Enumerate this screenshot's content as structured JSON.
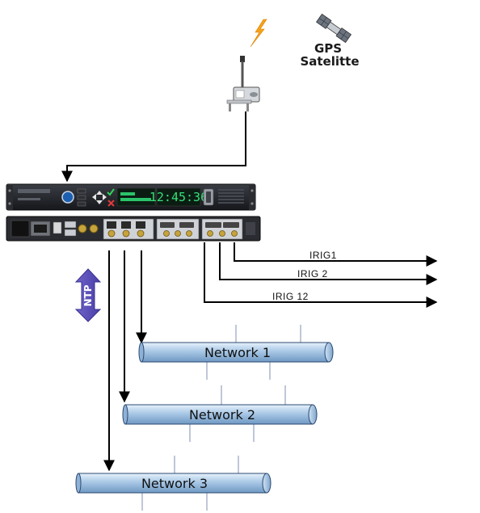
{
  "satellite": {
    "line1": "GPS",
    "line2": "Satelitte"
  },
  "irig_outputs": [
    {
      "label": "IRIG1"
    },
    {
      "label": "IRIG 2"
    },
    {
      "label": "IRIG 12"
    }
  ],
  "ntp_label": "NTP",
  "networks": [
    {
      "label": "Network 1"
    },
    {
      "label": "Network 2"
    },
    {
      "label": "Network 3"
    }
  ],
  "device": {
    "clock_display": "12:45:36"
  },
  "icons": [
    "satellite-icon",
    "lightning-icon",
    "gps-antenna-icon"
  ]
}
